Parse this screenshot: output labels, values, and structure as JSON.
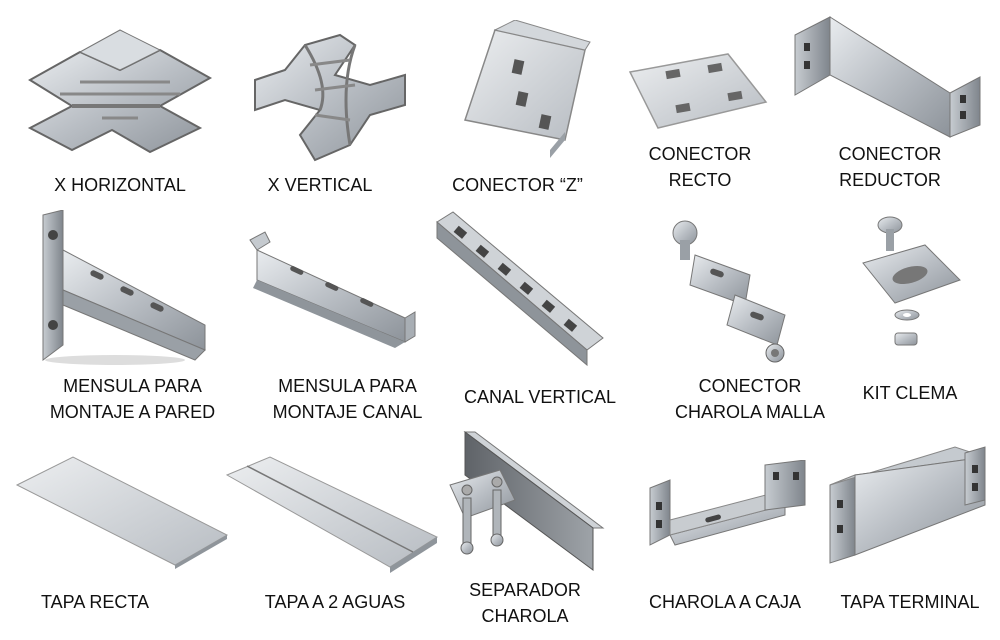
{
  "items": [
    {
      "icon": "x-horizontal-tray-icon",
      "label": "X HORIZONTAL"
    },
    {
      "icon": "x-vertical-tray-icon",
      "label": "X VERTICAL"
    },
    {
      "icon": "z-connector-icon",
      "label": "CONECTOR “Z”"
    },
    {
      "icon": "straight-connector-icon",
      "label": "CONECTOR\nRECTO"
    },
    {
      "icon": "reducer-connector-icon",
      "label": "CONECTOR\nREDUCTOR"
    },
    {
      "icon": "wall-bracket-icon",
      "label": "MENSULA PARA\nMONTAJE A PARED"
    },
    {
      "icon": "channel-bracket-icon",
      "label": "MENSULA PARA\nMONTAJE CANAL"
    },
    {
      "icon": "vertical-channel-icon",
      "label": "CANAL VERTICAL"
    },
    {
      "icon": "mesh-tray-connector-icon",
      "label": "CONECTOR\nCHAROLA MALLA"
    },
    {
      "icon": "clamp-kit-icon",
      "label": "KIT CLEMA"
    },
    {
      "icon": "straight-cover-icon",
      "label": "TAPA RECTA"
    },
    {
      "icon": "peaked-cover-icon",
      "label": "TAPA A 2 AGUAS"
    },
    {
      "icon": "tray-separator-icon",
      "label": "SEPARADOR\nCHAROLA"
    },
    {
      "icon": "tray-to-box-icon",
      "label": "CHAROLA A CAJA"
    },
    {
      "icon": "end-cover-icon",
      "label": "TAPA TERMINAL"
    }
  ]
}
